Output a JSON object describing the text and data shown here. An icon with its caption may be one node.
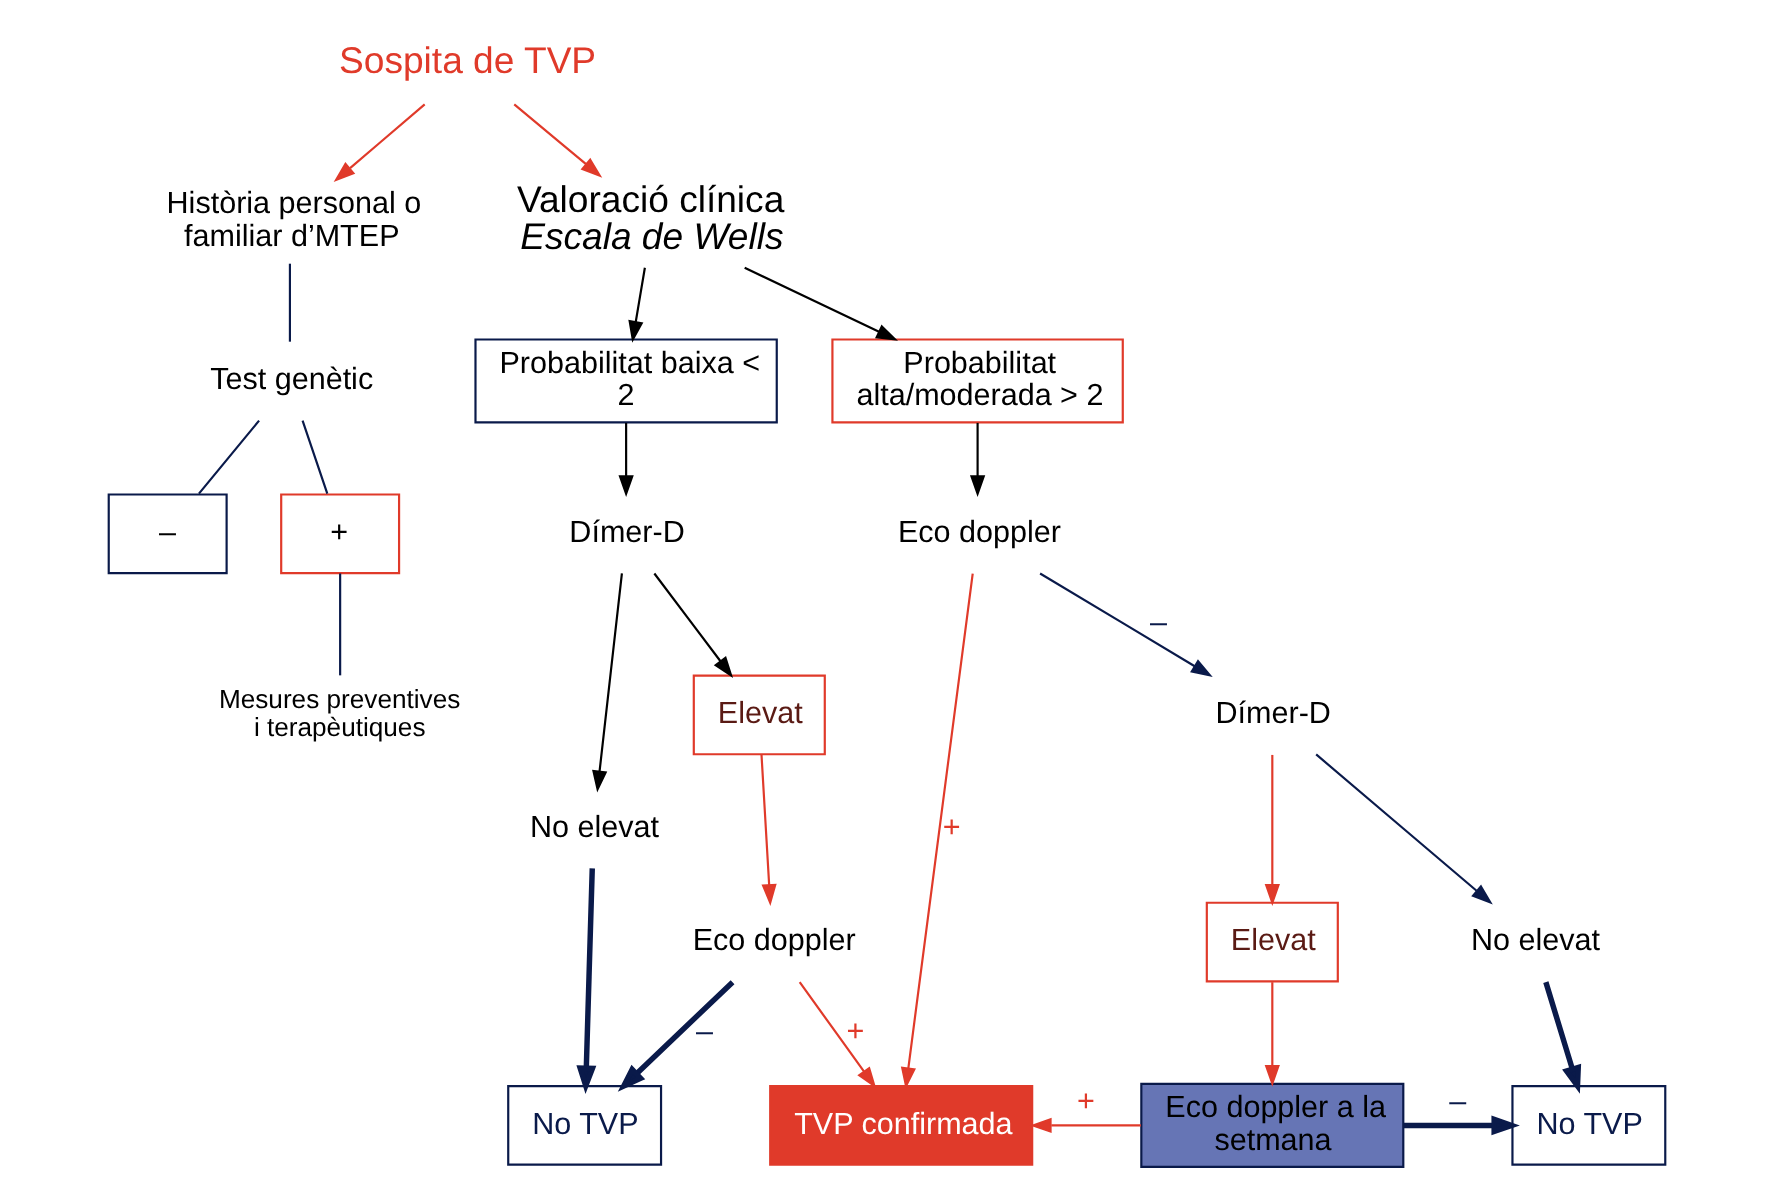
{
  "diagram": {
    "nodes": [
      {
        "text": [
          "Sospita de TVP"
        ]
      },
      {
        "text": [
          "Història personal o familiar d’MTEP"
        ]
      },
      {
        "text": [
          "Valoració clínica",
          "Escala de Wells"
        ]
      },
      {
        "text": [
          "Test genètic"
        ]
      },
      {
        "text": [
          "–"
        ]
      },
      {
        "text": [
          "+"
        ]
      },
      {
        "text": [
          "Mesures preventives i terapèutiques"
        ]
      },
      {
        "text": [
          "Probabilitat baixa < 2"
        ]
      },
      {
        "text": [
          "Probabilitat alta/moderada > 2"
        ]
      },
      {
        "text": [
          "Dímer-D"
        ]
      },
      {
        "text": [
          "Eco doppler"
        ]
      },
      {
        "text": [
          "No elevat"
        ]
      },
      {
        "text": [
          "Elevat"
        ]
      },
      {
        "text": [
          "Eco doppler"
        ]
      },
      {
        "text": [
          "No TVP"
        ]
      },
      {
        "text": [
          "TVP confirmada"
        ]
      },
      {
        "text": [
          "Dímer-D"
        ]
      },
      {
        "text": [
          "Elevat"
        ]
      },
      {
        "text": [
          "No elevat"
        ]
      },
      {
        "text": [
          "Eco doppler a la setmana"
        ]
      },
      {
        "text": [
          "No TVP"
        ]
      }
    ],
    "edges": [
      {
        "from": 0,
        "to": 1,
        "arrow": "to",
        "color": "#e03a2a"
      },
      {
        "from": 0,
        "to": 2,
        "arrow": "to",
        "color": "#e03a2a"
      },
      {
        "from": 1,
        "to": 3,
        "arrow": "none"
      },
      {
        "from": 3,
        "to": 4,
        "arrow": "none"
      },
      {
        "from": 3,
        "to": 5,
        "arrow": "none"
      },
      {
        "from": 5,
        "to": 6,
        "arrow": "none"
      },
      {
        "from": 2,
        "to": 7,
        "arrow": "to",
        "color": "#000000"
      },
      {
        "from": 2,
        "to": 8,
        "arrow": "to",
        "color": "#000000"
      },
      {
        "from": 7,
        "to": 9,
        "arrow": "to",
        "color": "#000000"
      },
      {
        "from": 8,
        "to": 10,
        "arrow": "to",
        "color": "#000000"
      },
      {
        "from": 9,
        "to": 11,
        "arrow": "to",
        "color": "#000000"
      },
      {
        "from": 9,
        "to": 12,
        "arrow": "to",
        "color": "#000000"
      },
      {
        "from": 10,
        "to": 15,
        "arrow": "to",
        "label": "+",
        "color": "#e03a2a"
      },
      {
        "from": 10,
        "to": 16,
        "arrow": "to",
        "label": "–"
      },
      {
        "from": 11,
        "to": 14,
        "arrow": "to",
        "style": "thick"
      },
      {
        "from": 12,
        "to": 13,
        "arrow": "to",
        "color": "#e03a2a"
      },
      {
        "from": 13,
        "to": 14,
        "arrow": "to",
        "label": "–",
        "style": "thick"
      },
      {
        "from": 13,
        "to": 15,
        "arrow": "to",
        "label": "+",
        "color": "#e03a2a"
      },
      {
        "from": 16,
        "to": 17,
        "arrow": "to",
        "color": "#e03a2a"
      },
      {
        "from": 16,
        "to": 18,
        "arrow": "to"
      },
      {
        "from": 17,
        "to": 19,
        "arrow": "to",
        "color": "#e03a2a"
      },
      {
        "from": 18,
        "to": 20,
        "arrow": "to",
        "style": "thick"
      },
      {
        "from": 19,
        "to": 15,
        "arrow": "to",
        "label": "+",
        "color": "#e03a2a"
      },
      {
        "from": 19,
        "to": 20,
        "arrow": "to",
        "label": "–",
        "style": "thick"
      }
    ]
  }
}
